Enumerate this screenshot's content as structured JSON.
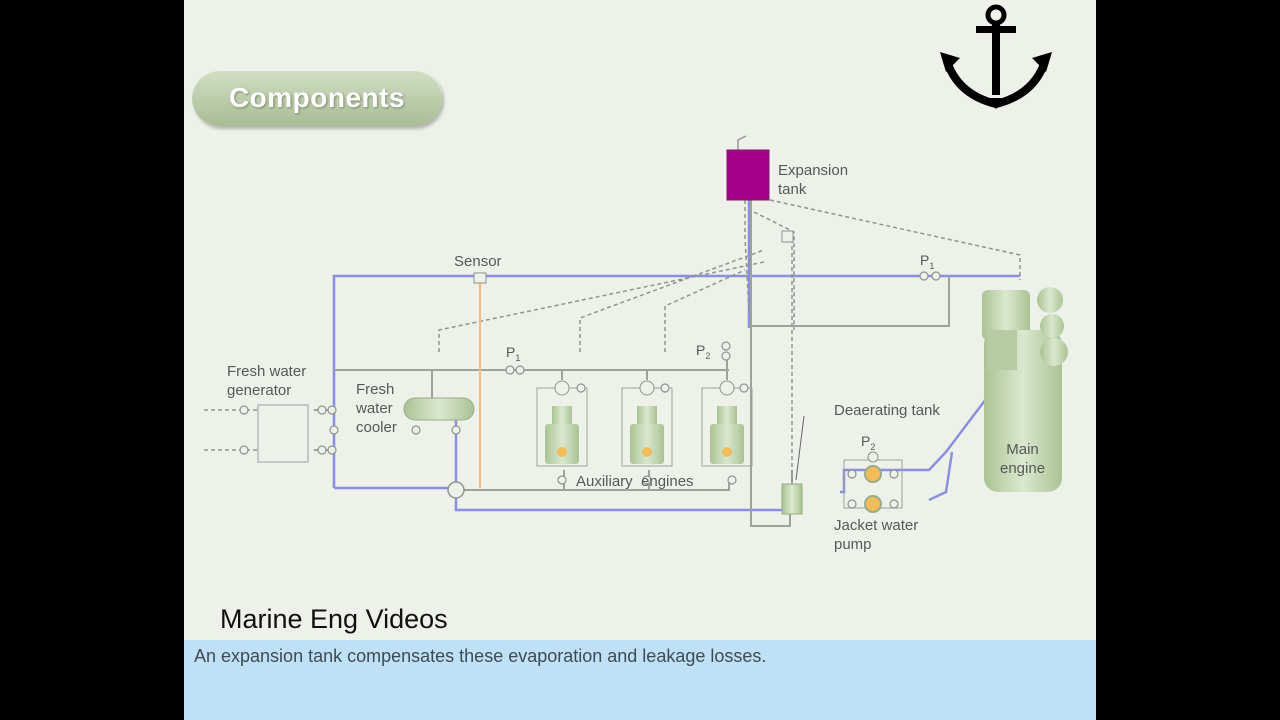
{
  "section_badge": "Components",
  "logo": {
    "icon": "anchor-icon",
    "color": "#000000"
  },
  "labels": {
    "expansion_tank": "Expansion\ntank",
    "sensor": "Sensor",
    "fresh_water_generator": "Fresh water\ngenerator",
    "fresh_water_cooler": "Fresh\nwater\ncooler",
    "deaerating_tank": "Deaerating tank",
    "auxiliary_engines": "Auxiliary  engines",
    "jacket_water_pump": "Jacket water\npump",
    "main_engine": "Main\nengine"
  },
  "pressure_points": {
    "p1_main": {
      "letter": "P",
      "sub": "1"
    },
    "p1_cooler": {
      "letter": "P",
      "sub": "1"
    },
    "p2_aux": {
      "letter": "P",
      "sub": "2"
    },
    "p2_pump": {
      "letter": "P",
      "sub": "2"
    }
  },
  "colors": {
    "main_pipe": "#8c8ee0",
    "secondary_pipe": "#9aa49a",
    "vent_line": "#8f948f",
    "sensor_line": "#f2b989",
    "expansion_tank": "#a6008a",
    "equipment": "#c9dbb8",
    "caption_bar": "#bfe0f5",
    "background": "#edf1e9"
  },
  "watermark": "Marine Eng Videos",
  "caption": "An expansion tank compensates these evaporation and leakage losses."
}
